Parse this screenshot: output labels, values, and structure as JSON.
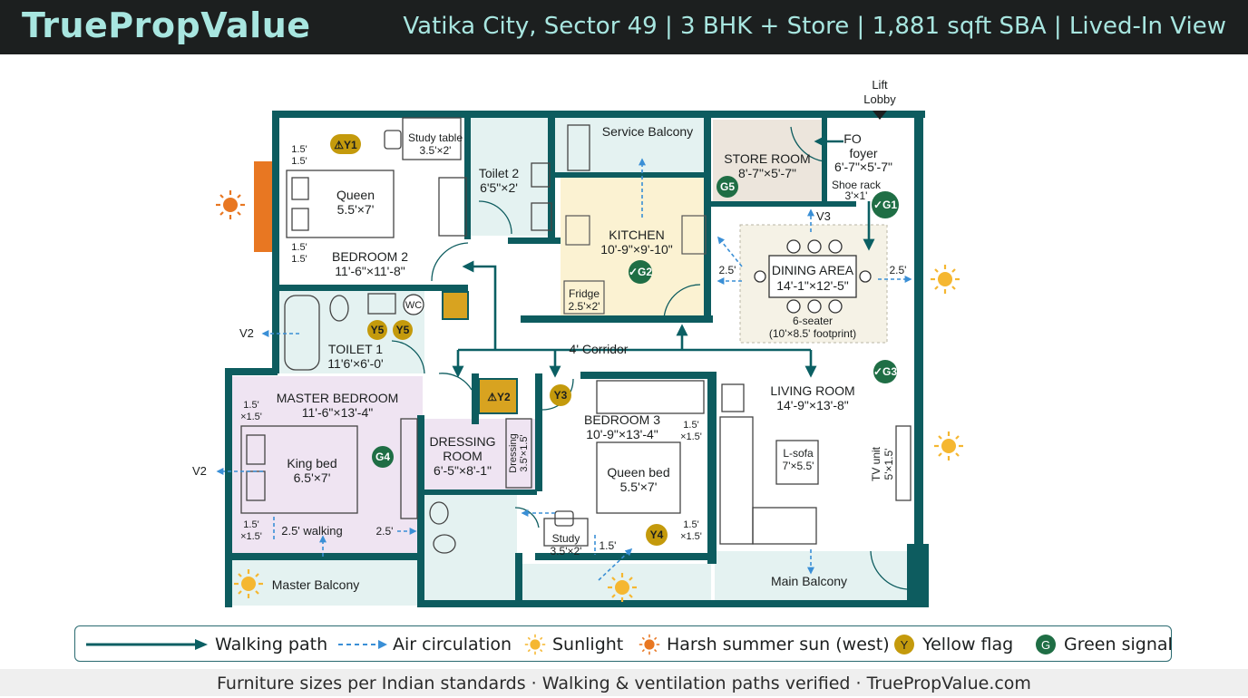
{
  "header": {
    "brand": "TruePropValue",
    "subtitle": "Vatika City, Sector 49 | 3 BHK + Store | 1,881 sqft SBA | Lived-In View"
  },
  "plan": {
    "lift_lobby": [
      "Lift",
      "Lobby"
    ],
    "rooms": {
      "bedroom2": {
        "name": "BEDROOM 2",
        "size": "11'-6\"×11'-8\""
      },
      "toilet2": {
        "name": "Toilet 2",
        "size": "6'5\"×2'"
      },
      "service_balcony": {
        "name": "Service Balcony"
      },
      "kitchen": {
        "name": "KITCHEN",
        "size": "10'-9\"×9'-10\""
      },
      "store": {
        "name": "STORE ROOM",
        "size": "8'-7\"×5'-7\""
      },
      "foyer": {
        "name": "FO",
        "name2": "foyer",
        "size": "6'-7\"×5'-7\""
      },
      "dining": {
        "name": "DINING AREA",
        "size": "14'-1\"×12'-5\"",
        "note": "6-seater",
        "footprint": "(10'×8.5' footprint)"
      },
      "toilet1": {
        "name": "TOILET 1",
        "size": "11'6'×6'-0'"
      },
      "master": {
        "name": "MASTER BEDROOM",
        "size": "11'-6\"×13'-4\""
      },
      "dressing": {
        "name": "DRESSING",
        "name2": "ROOM",
        "size": "6'-5\"×8'-1\""
      },
      "bedroom3": {
        "name": "BEDROOM 3",
        "size": "10'-9\"×13'-4\""
      },
      "living": {
        "name": "LIVING ROOM",
        "size": "14'-9\"×13'-8\""
      },
      "master_balcony": {
        "name": "Master Balcony"
      },
      "main_balcony": {
        "name": "Main Balcony"
      }
    },
    "furniture": {
      "study_table": [
        "Study table",
        "3.5'×2'"
      ],
      "queen_b2": [
        "Queen",
        "5.5'×7'"
      ],
      "fridge": [
        "Fridge",
        "2.5'×2'"
      ],
      "shoe_rack": [
        "Shoe rack",
        "3'×1'"
      ],
      "wc": "WC",
      "king_bed": [
        "King bed",
        "6.5'×7'"
      ],
      "queen_b3": [
        "Queen bed",
        "5.5'×7'"
      ],
      "study_b3": [
        "Study",
        "3.5'×2'"
      ],
      "lsofa": [
        "L-sofa",
        "7'×5.5'"
      ],
      "tv_unit": [
        "TV unit",
        "5'×1.5'"
      ],
      "dressing_unit": [
        "Dressing",
        "3.5'×1.5'"
      ]
    },
    "dims": {
      "b2_side_top": [
        "1.5'",
        "1.5'"
      ],
      "b2_side_bot": [
        "1.5'",
        "1.5'"
      ],
      "mb_side_top": [
        "1.5'",
        "×1.5'"
      ],
      "mb_side_bot": [
        "1.5'",
        "×1.5'"
      ],
      "b3_side_top": [
        "1.5'",
        "×1.5'"
      ],
      "b3_side_bot": [
        "1.5'",
        "×1.5'"
      ],
      "walking": "2.5' walking",
      "mb_right": "2.5'",
      "dining_left": "2.5'",
      "dining_right": "2.5'",
      "study_gap": "1.5'"
    },
    "corridor": "4' Corridor",
    "vents": {
      "v2_upper": "V2",
      "v2_lower": "V2",
      "v3": "V3"
    },
    "flags": {
      "y1": "⚠Y1",
      "y2": "⚠Y2",
      "y3": "Y3",
      "y4": "Y4",
      "y5a": "Y5",
      "y5b": "Y5",
      "g1": "✓G1",
      "g2": "✓G2",
      "g3": "✓G3",
      "g4": "G4",
      "g5": "G5"
    }
  },
  "legend": {
    "walking_path": "Walking path",
    "air_circulation": "Air circulation",
    "sunlight": "Sunlight",
    "harsh_sun": "Harsh summer sun (west)",
    "yellow_flag": {
      "icon": "Y",
      "label": "Yellow flag"
    },
    "green_signal": {
      "icon": "G",
      "label": "Green signal"
    }
  },
  "footer": "Furniture sizes per Indian standards · Walking & ventilation paths verified · TruePropValue.com",
  "colors": {
    "wall": "#0d5c5f",
    "path": "#0b5f63",
    "air": "#3a8fd6",
    "yellow": "#c49a0c",
    "green": "#1f6e45",
    "west_sun": "#e87722",
    "header_bg": "#1c1f1f"
  }
}
